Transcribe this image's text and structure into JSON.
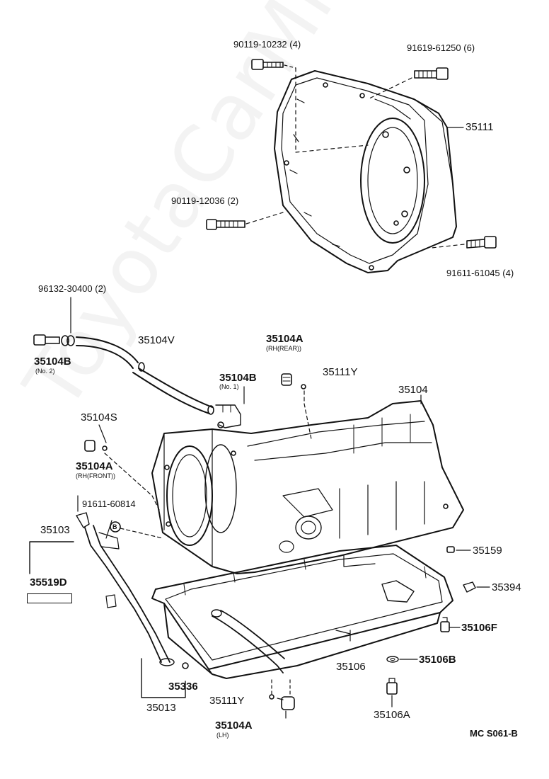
{
  "diagram": {
    "watermark": "ToyotaCarMine.ru",
    "figure_code": "MC S061-B",
    "labels": {
      "p90119_10232": "90119-10232 (4)",
      "p91619_61250": "91619-61250 (6)",
      "p35111": "35111",
      "p90119_12036": "90119-12036 (2)",
      "p91611_61045": "91611-61045 (4)",
      "p96132_30400": "96132-30400 (2)",
      "p35104V": "35104V",
      "p35104B_no2": "35104B",
      "p35104B_no2_sub": "(No. 2)",
      "p35104A_rear": "35104A",
      "p35104A_rear_sub": "(RH(REAR))",
      "p35111Y_top": "35111Y",
      "p35104B_no1": "35104B",
      "p35104B_no1_sub": "(No. 1)",
      "p35104": "35104",
      "p35104S": "35104S",
      "p35104A_front": "35104A",
      "p35104A_front_sub": "(RH(FRONT))",
      "p91611_60814": "91611-60814",
      "p91611_60814_mark": "B",
      "p35103": "35103",
      "p35519D": "35519D",
      "p35159": "35159",
      "p35394": "35394",
      "p35106F": "35106F",
      "p35106B": "35106B",
      "p35106": "35106",
      "p35336": "35336",
      "p35013": "35013",
      "p35111Y_bot": "35111Y",
      "p35104A_lh": "35104A",
      "p35104A_lh_sub": "(LH)",
      "p35106A": "35106A"
    }
  }
}
